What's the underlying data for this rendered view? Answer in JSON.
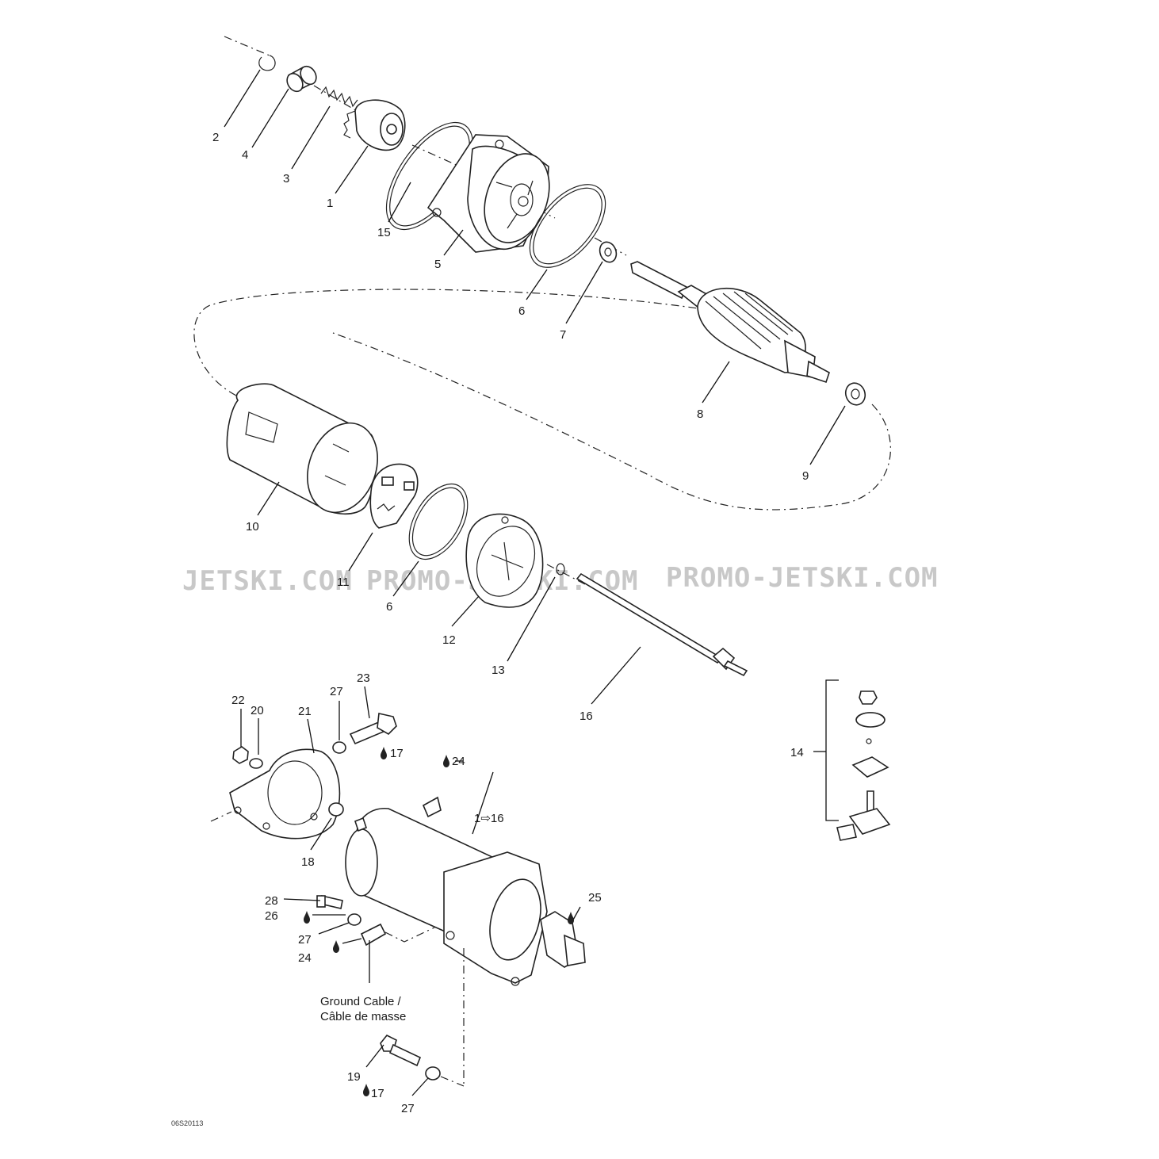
{
  "callouts": {
    "c1": "1",
    "c2": "2",
    "c3": "3",
    "c4": "4",
    "c5": "5",
    "c6a": "6",
    "c6b": "6",
    "c7": "7",
    "c8": "8",
    "c9": "9",
    "c10": "10",
    "c11": "11",
    "c12": "12",
    "c13": "13",
    "c14": "14",
    "c15": "15",
    "c16": "16",
    "c18": "18",
    "c19": "19",
    "c20": "20",
    "c21": "21",
    "c22": "22",
    "c23": "23",
    "c24a": "24",
    "c24b": "24",
    "c25": "25",
    "c26": "26",
    "c27a": "27",
    "c27b": "27",
    "c27c": "27",
    "c28": "28",
    "c17a": "17",
    "c17b": "17",
    "assembly": "1⇨16"
  },
  "ground_cable": {
    "line1": "Ground Cable /",
    "line2": "Câble de masse"
  },
  "watermark": {
    "left": "JETSKI.COM",
    "middle": "PROMO-JETSKI.COM",
    "right": "PROMO-JETSKI.COM"
  },
  "figure_ref": "06S20113"
}
